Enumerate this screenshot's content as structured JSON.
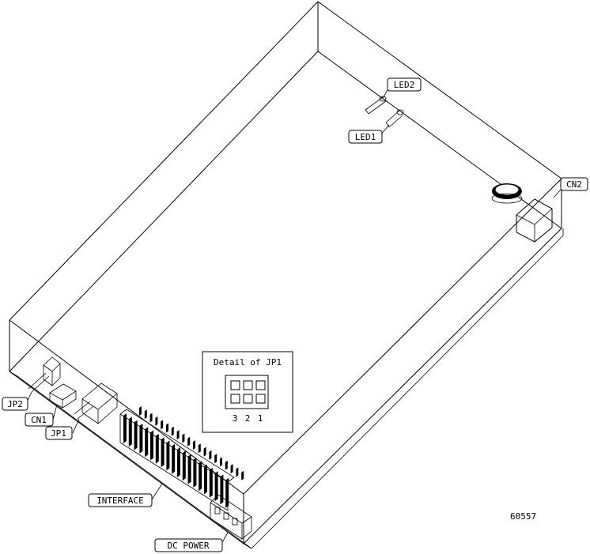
{
  "labels": {
    "led2": "LED2",
    "led1": "LED1",
    "cn2": "CN2",
    "jp2": "JP2",
    "cn1": "CN1",
    "jp1": "JP1",
    "interface": "INTERFACE",
    "dc_power": "DC POWER"
  },
  "detail": {
    "title": "Detail of JP1",
    "pins": [
      "3",
      "2",
      "1"
    ]
  },
  "figure_number": "60557",
  "colors": {
    "line": "#000000",
    "background": "#ffffff"
  }
}
